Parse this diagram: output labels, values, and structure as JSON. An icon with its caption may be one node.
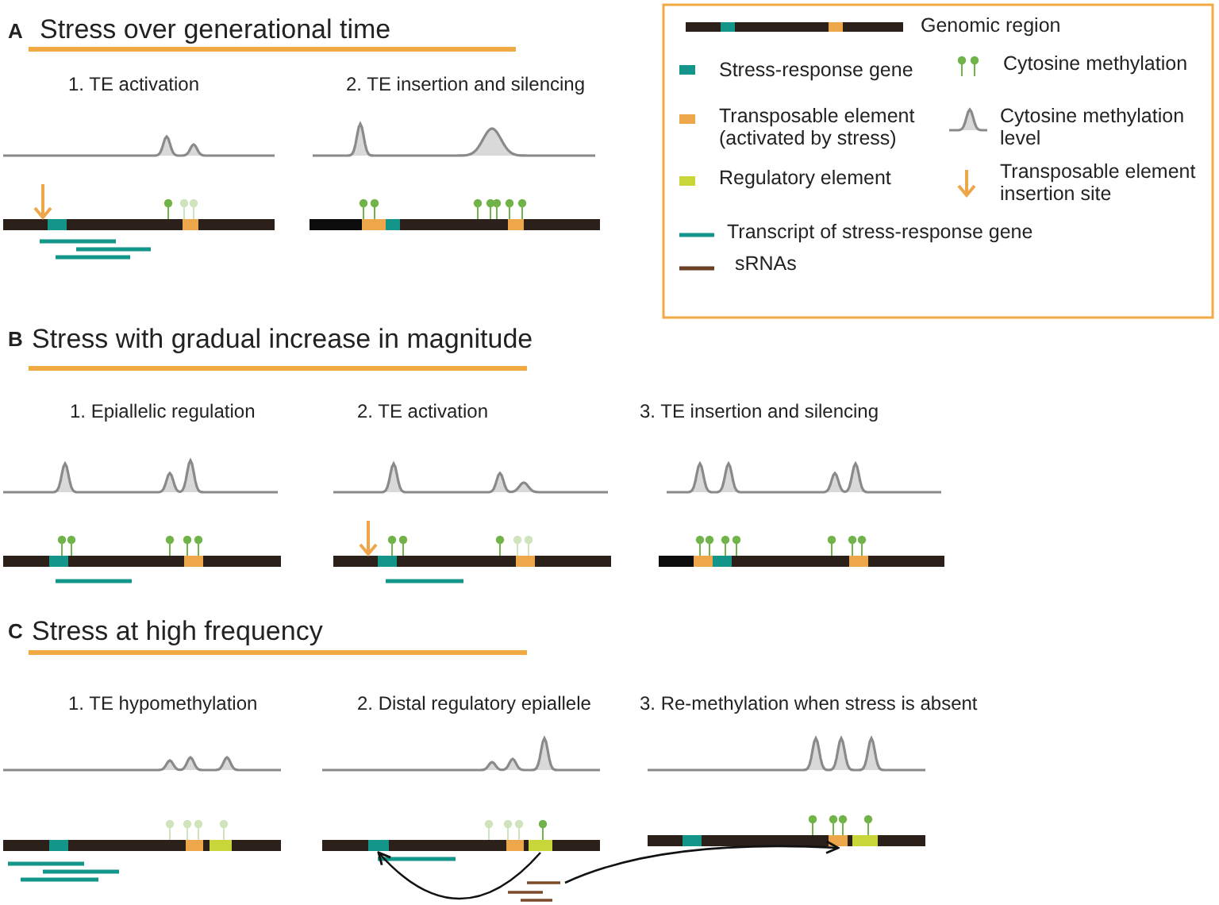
{
  "diagram": {
    "nodes": [
      {
        "text": [],
        "shape": "box"
      },
      {
        "text": [],
        "shape": "box"
      },
      {
        "text": [],
        "shape": "bar"
      },
      {
        "text": [],
        "shape": "box"
      }
    ],
    "edges": [
      {
        "from": 1,
        "to": 0,
        "arrow": "to"
      },
      {
        "from": 2,
        "to": 3,
        "arrow": "to"
      }
    ],
    "labels": [
      "A",
      "Stress over generational time",
      "1. TE activation",
      "2.  TE insertion and silencing",
      "B",
      "Stress with gradual increase in magnitude",
      "1. Epiallelic regulation",
      "2.  TE activation",
      "3.  TE insertion and silencing",
      "C",
      "Stress at high frequency",
      "1. TE hypomethylation",
      "2. Distal regulatory epiallele",
      "3. Re-methylation when stress is absent"
    ],
    "legend": [
      {
        "text": "Genomic region"
      },
      {
        "text": "Stress-response gene",
        "color": "#14958a"
      },
      {
        "text": "Cytosine methylation"
      },
      {
        "text": "Transposable element (activated by stress)",
        "color": "#eda64a"
      },
      {
        "text": "Cytosine methylation level"
      },
      {
        "text": "Regulatory element",
        "color": "#c9d63a"
      },
      {
        "text": "Transposable element insertion site"
      },
      {
        "text": "Transcript of stress-response gene"
      },
      {
        "text": "sRNAs"
      }
    ]
  }
}
